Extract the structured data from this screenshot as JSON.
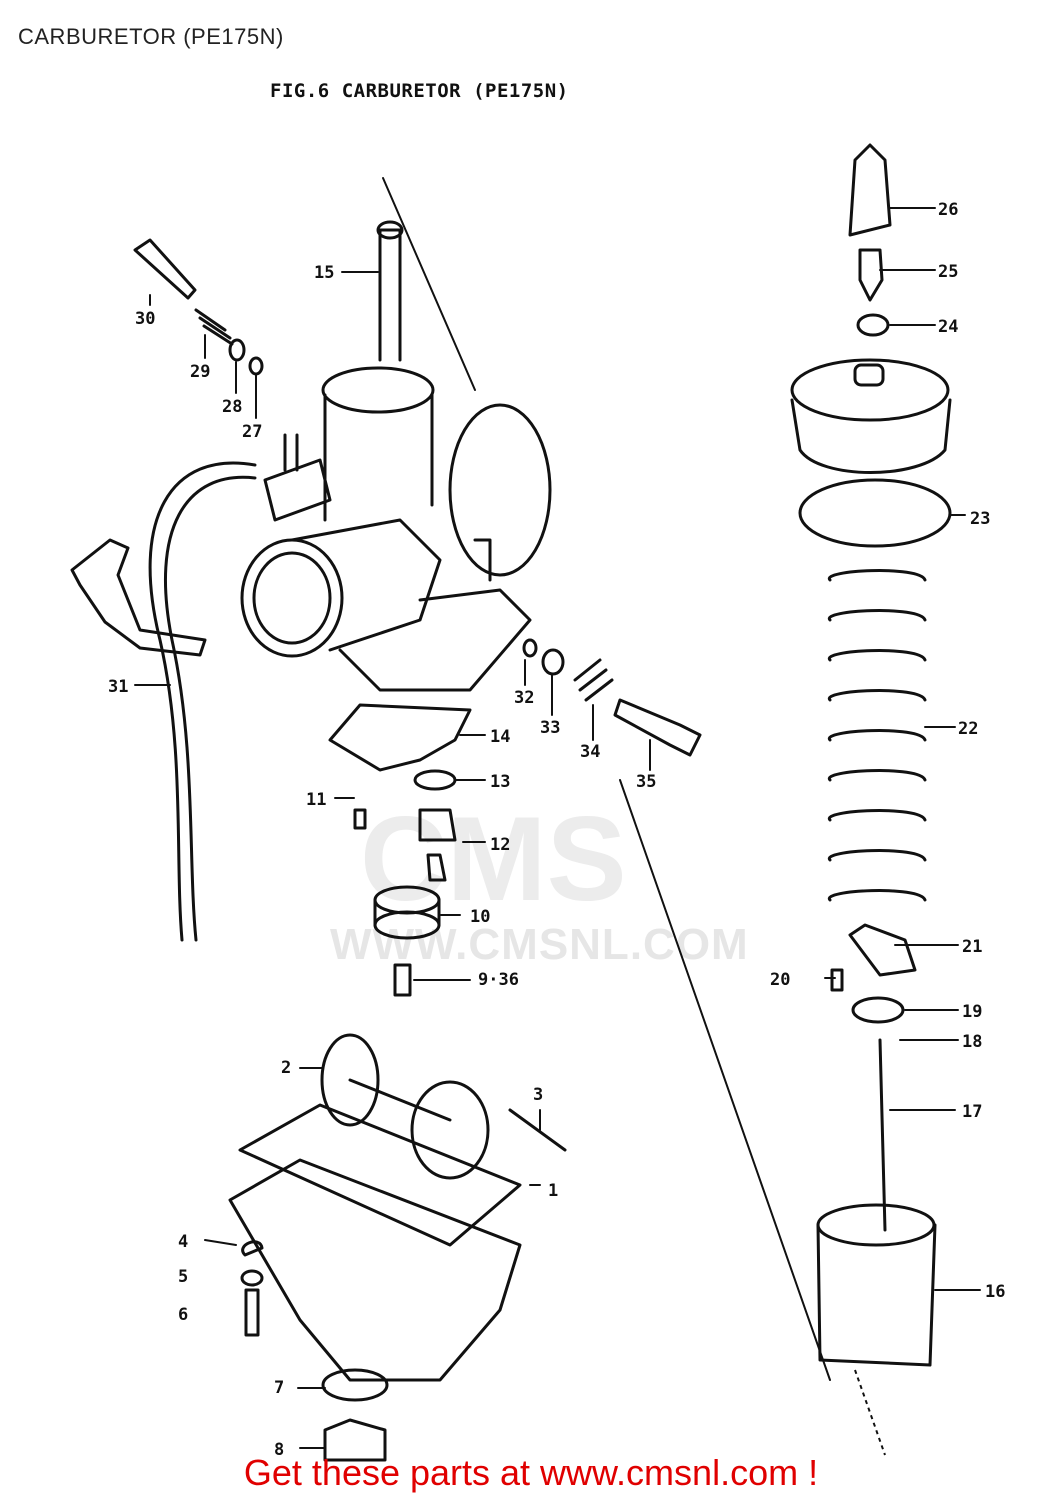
{
  "header": {
    "title": "CARBURETOR (PE175N)"
  },
  "figure": {
    "fig_label": "FIG.6",
    "title": "CARBURETOR",
    "model": "(PE175N)"
  },
  "watermark": {
    "logo": "CMS",
    "text": "WWW.CMSNL.COM"
  },
  "parts": [
    {
      "id": "p1",
      "label": "1"
    },
    {
      "id": "p2",
      "label": "2"
    },
    {
      "id": "p3",
      "label": "3"
    },
    {
      "id": "p4",
      "label": "4"
    },
    {
      "id": "p5",
      "label": "5"
    },
    {
      "id": "p6",
      "label": "6"
    },
    {
      "id": "p7",
      "label": "7"
    },
    {
      "id": "p8",
      "label": "8"
    },
    {
      "id": "p9",
      "label": "9·36"
    },
    {
      "id": "p10",
      "label": "10"
    },
    {
      "id": "p11",
      "label": "11"
    },
    {
      "id": "p12",
      "label": "12"
    },
    {
      "id": "p13",
      "label": "13"
    },
    {
      "id": "p14",
      "label": "14"
    },
    {
      "id": "p15",
      "label": "15"
    },
    {
      "id": "p16",
      "label": "16"
    },
    {
      "id": "p17",
      "label": "17"
    },
    {
      "id": "p18",
      "label": "18"
    },
    {
      "id": "p19",
      "label": "19"
    },
    {
      "id": "p20",
      "label": "20"
    },
    {
      "id": "p21",
      "label": "21"
    },
    {
      "id": "p22",
      "label": "22"
    },
    {
      "id": "p23",
      "label": "23"
    },
    {
      "id": "p24",
      "label": "24"
    },
    {
      "id": "p25",
      "label": "25"
    },
    {
      "id": "p26",
      "label": "26"
    },
    {
      "id": "p27",
      "label": "27"
    },
    {
      "id": "p28",
      "label": "28"
    },
    {
      "id": "p29",
      "label": "29"
    },
    {
      "id": "p30",
      "label": "30"
    },
    {
      "id": "p31",
      "label": "31"
    },
    {
      "id": "p32",
      "label": "32"
    },
    {
      "id": "p33",
      "label": "33"
    },
    {
      "id": "p34",
      "label": "34"
    },
    {
      "id": "p35",
      "label": "35"
    }
  ],
  "footer": {
    "cta": "Get these parts at www.cmsnl.com !"
  }
}
